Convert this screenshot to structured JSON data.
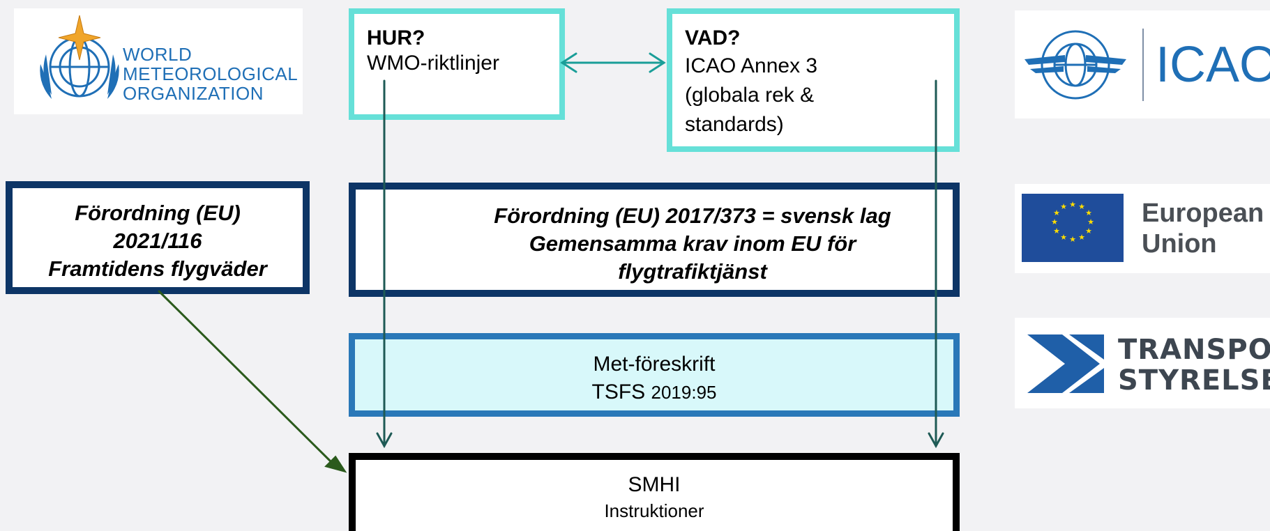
{
  "colors": {
    "background": "#f2f2f4",
    "cyan_border": "#66e0d8",
    "navy_border": "#0d3566",
    "blue_border": "#2a78b8",
    "light_cyan_fill": "#d8f8fa",
    "arrow_teal": "#1a9e98",
    "arrow_dark_teal": "#1e5a55",
    "arrow_green": "#2b5a1c",
    "black": "#000000"
  },
  "hur_box": {
    "heading": "HUR?",
    "text": "WMO-riktlinjer"
  },
  "vad_box": {
    "heading": "VAD?",
    "lines": [
      "ICAO Annex 3",
      "(globala rek &",
      "standards)"
    ]
  },
  "eu_2021_box": {
    "lines": [
      "Förordning (EU)",
      "2021/116",
      "Framtidens flygväder"
    ]
  },
  "eu_2017_box": {
    "lines": [
      "Förordning (EU) 2017/373 = svensk lag",
      "Gemensamma krav inom EU för",
      "flygtrafiktjänst"
    ]
  },
  "met_box": {
    "line1": "Met-föreskrift",
    "line2_a": "TSFS ",
    "line2_b": "2019:95"
  },
  "smhi_box": {
    "title": "SMHI",
    "subtitle": "Instruktioner"
  },
  "logos": {
    "wmo": {
      "icon": "wmo-globe-emblem",
      "lines": [
        "WORLD",
        "METEOROLOGICAL",
        "ORGANIZATION"
      ]
    },
    "icao": {
      "icon": "icao-emblem",
      "text": "ICAO"
    },
    "eu": {
      "icon": "eu-flag",
      "lines": [
        "European",
        "Union"
      ]
    },
    "transportstyrelsen": {
      "icon": "transportstyrelsen-chevron",
      "lines": [
        "TRANSPORT",
        "STYRELSEN"
      ]
    }
  }
}
